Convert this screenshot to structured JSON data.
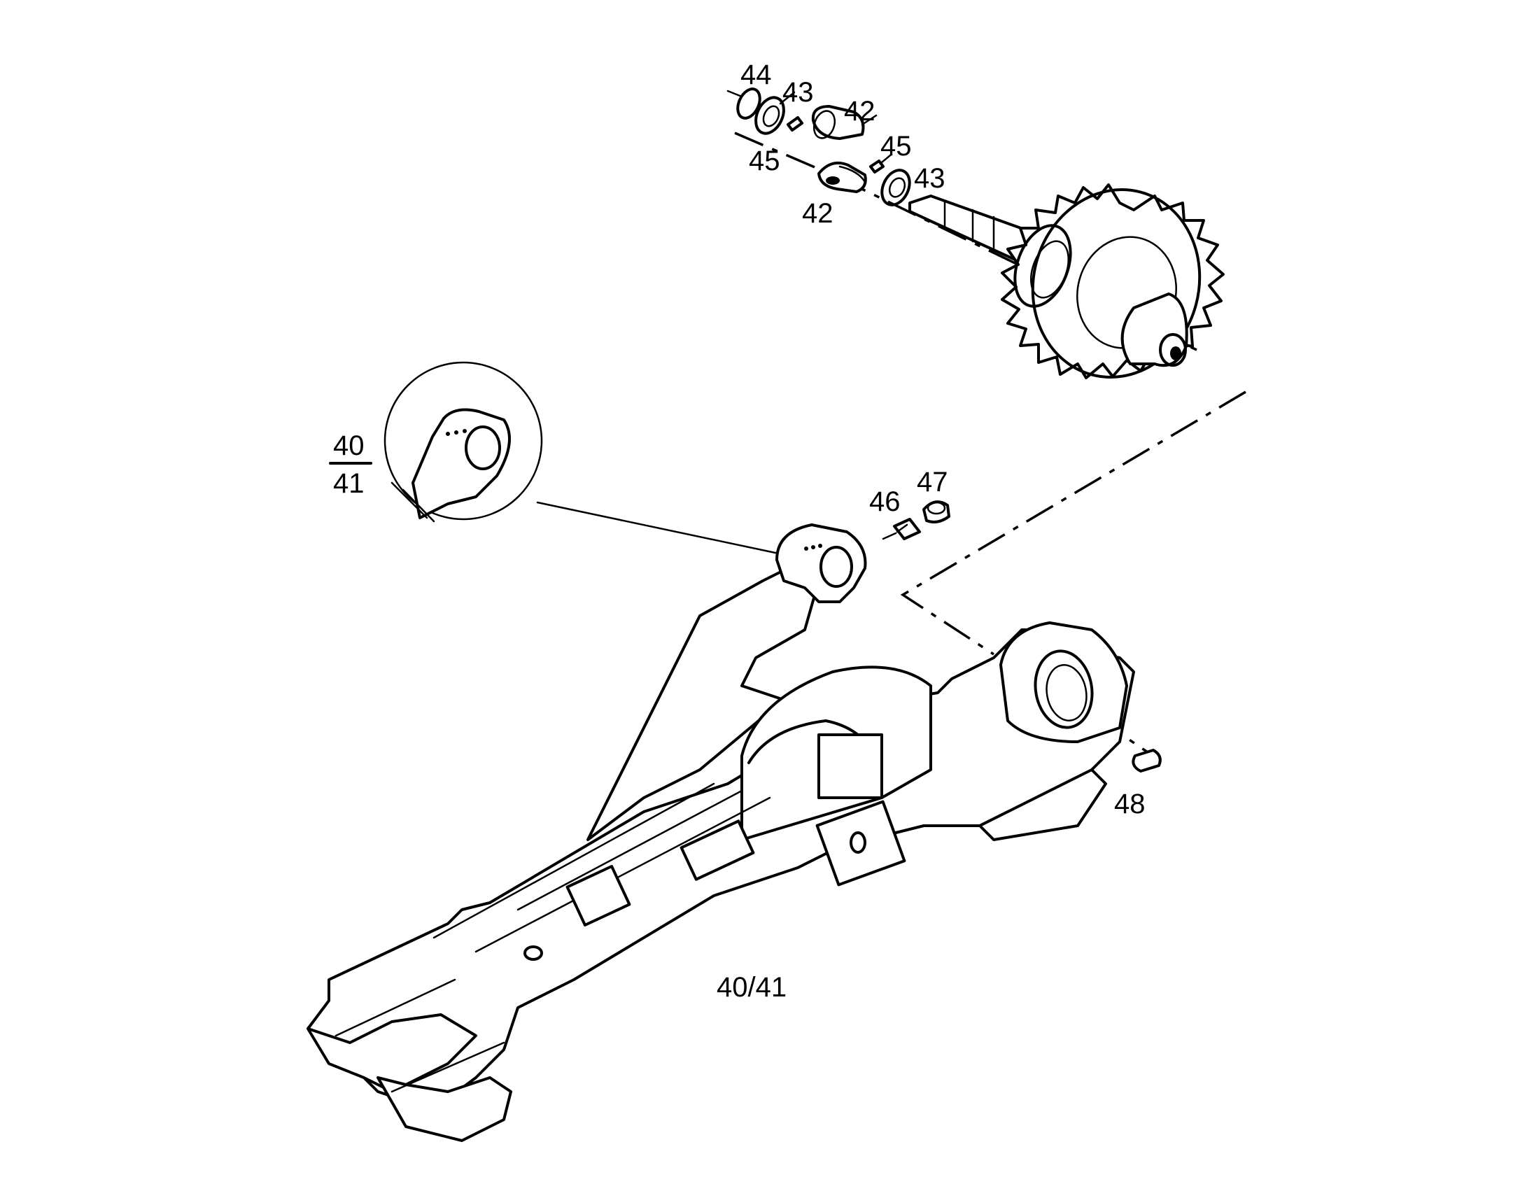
{
  "diagram": {
    "labels": {
      "l44": "44",
      "l43_top": "43",
      "l42_top": "42",
      "l45_left": "45",
      "l45_right": "45",
      "l43_right": "43",
      "l42_bottom": "42",
      "l40_frac_top": "40",
      "l41_frac_bottom": "41",
      "l46": "46",
      "l47": "47",
      "l48": "48",
      "l40_41": "40/41"
    }
  }
}
